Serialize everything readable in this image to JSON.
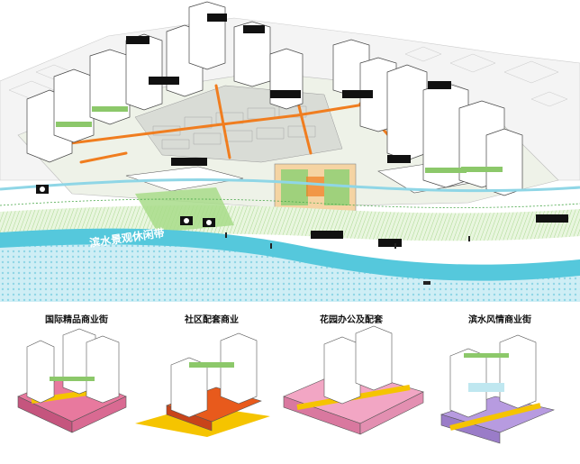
{
  "master_plan": {
    "river_belt_label": "滨水景观休闲带",
    "poi_labels": [
      "",
      "",
      "",
      "",
      "",
      "",
      "",
      "",
      "",
      "",
      "",
      "",
      "",
      "",
      "",
      "",
      "",
      "",
      "",
      "",
      "",
      "",
      "",
      "",
      "",
      "",
      "",
      "",
      "",
      ""
    ]
  },
  "typologies": [
    {
      "caption": "国际精品商业街"
    },
    {
      "caption": "社区配套商业"
    },
    {
      "caption": "花园办公及配套"
    },
    {
      "caption": "滨水风情商业街"
    }
  ],
  "colors": {
    "river": "#55c8dc",
    "greenway": "#c7e8b4",
    "orange_route": "#f07d1f",
    "commercial_pink": "#e8799e",
    "yellow_path": "#f5c400",
    "purple_block": "#b79be0"
  }
}
